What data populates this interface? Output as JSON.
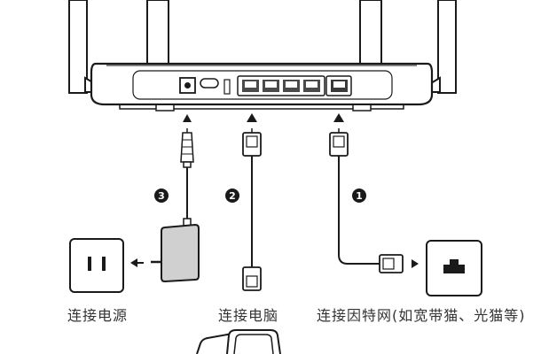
{
  "steps": [
    {
      "number": "1",
      "label": "连接因特网(如宽带猫、光猫等)"
    },
    {
      "number": "2",
      "label": "连接电脑"
    },
    {
      "number": "3",
      "label": "连接电源"
    }
  ],
  "icons": {
    "outlet": "power-outlet-icon",
    "modem": "modem-icon",
    "laptop": "laptop-icon",
    "adapter": "power-adapter-icon"
  },
  "colors": {
    "line": "#1a1a1a",
    "lan_ports": "#4a4a4a",
    "wan_port": "#3a3a3a",
    "adapter_fill": "#d0d0d0"
  }
}
